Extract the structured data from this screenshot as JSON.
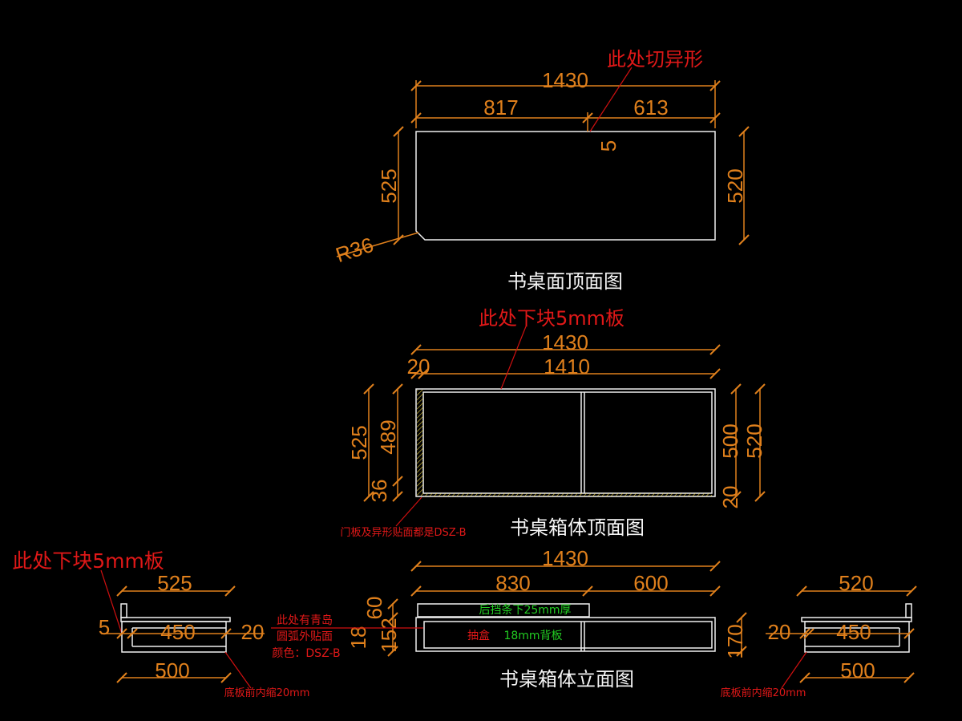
{
  "colors": {
    "dimension": "#e0801c",
    "annotation": "#e01818",
    "note": "#22cc22",
    "outline": "#f0f0f0",
    "background": "#000000"
  },
  "top_view": {
    "title": "书桌面顶面图",
    "note": "此处切异形",
    "dims": {
      "overall_width": "1430",
      "left_width": "817",
      "right_width": "613",
      "notch": "5",
      "left_depth": "525",
      "right_depth": "520",
      "radius": "R36"
    }
  },
  "box_top_view": {
    "title": "书桌箱体顶面图",
    "note": "此处下块5mm板",
    "material_note": "门板及异形贴面都是DSZ-B",
    "dims": {
      "overall_width": "1430",
      "side_thickness": "20",
      "inner_width": "1410",
      "left_depth": "525",
      "inner_depth": "489",
      "front": "36",
      "right_depth": "500",
      "right_overall": "520",
      "right_front": "20"
    }
  },
  "elevation": {
    "title": "书桌箱体立面图",
    "back_strip_note": "后挡条下25mm厚",
    "drawer_label": "抽盒",
    "back_panel_label": "18mm背板",
    "dims": {
      "overall_width": "1430",
      "left_width": "830",
      "right_width": "600",
      "top_height": "60",
      "panel": "18",
      "box_height": "152",
      "right_height": "170"
    },
    "side_note_lines": [
      "此处有青岛",
      "圆弧外贴面",
      "颜色：DSZ-B"
    ]
  },
  "left_side": {
    "note": "此处下块5mm板",
    "dims": {
      "top": "525",
      "offset": "5",
      "inner": "450",
      "side": "20",
      "bottom": "500"
    },
    "bottom_note": "底板前内缩20mm"
  },
  "right_side": {
    "dims": {
      "top": "520",
      "side": "20",
      "inner": "450",
      "bottom": "500"
    },
    "bottom_note": "底板前内缩20mm"
  }
}
